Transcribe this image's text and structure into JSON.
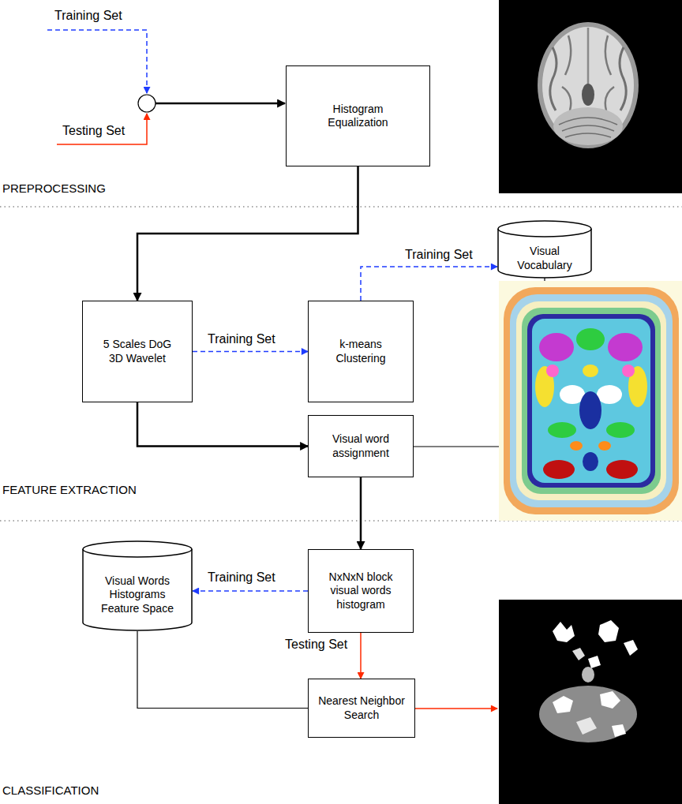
{
  "diagram": {
    "nodes": [
      {
        "text": [
          "Histogram Equalization"
        ]
      },
      {
        "text": [
          "5 Scales DoG 3D Wavelet"
        ]
      },
      {
        "text": [
          "k-means Clustering"
        ]
      },
      {
        "text": [
          "Visual Vocabulary"
        ]
      },
      {
        "text": [
          "Visual word assignment"
        ]
      },
      {
        "text": [
          "Visual Words Histograms Feature Space"
        ]
      },
      {
        "text": [
          "NxNxN block visual words histogram"
        ]
      },
      {
        "text": [
          "Nearest Neighbor Search"
        ]
      }
    ],
    "edges": [
      {
        "from": 0,
        "to": 1,
        "arrow": "to"
      },
      {
        "from": 1,
        "to": 2,
        "label": "Training Set",
        "arrow": "to"
      },
      {
        "from": 2,
        "to": 3,
        "label": "Training Set",
        "arrow": "to"
      },
      {
        "from": 1,
        "to": 4,
        "arrow": "to"
      },
      {
        "from": 4,
        "to": 6,
        "arrow": "to"
      },
      {
        "from": 6,
        "to": 5,
        "label": "Training Set",
        "arrow": "to"
      },
      {
        "from": 6,
        "to": 7,
        "label": "Testing Set",
        "arrow": "to"
      },
      {
        "from": 5,
        "to": 7,
        "arrow": "none"
      }
    ],
    "labels": [
      "Training Set",
      "Testing Set",
      "PREPROCESSING",
      "FEATURE EXTRACTION",
      "CLASSIFICATION"
    ]
  }
}
